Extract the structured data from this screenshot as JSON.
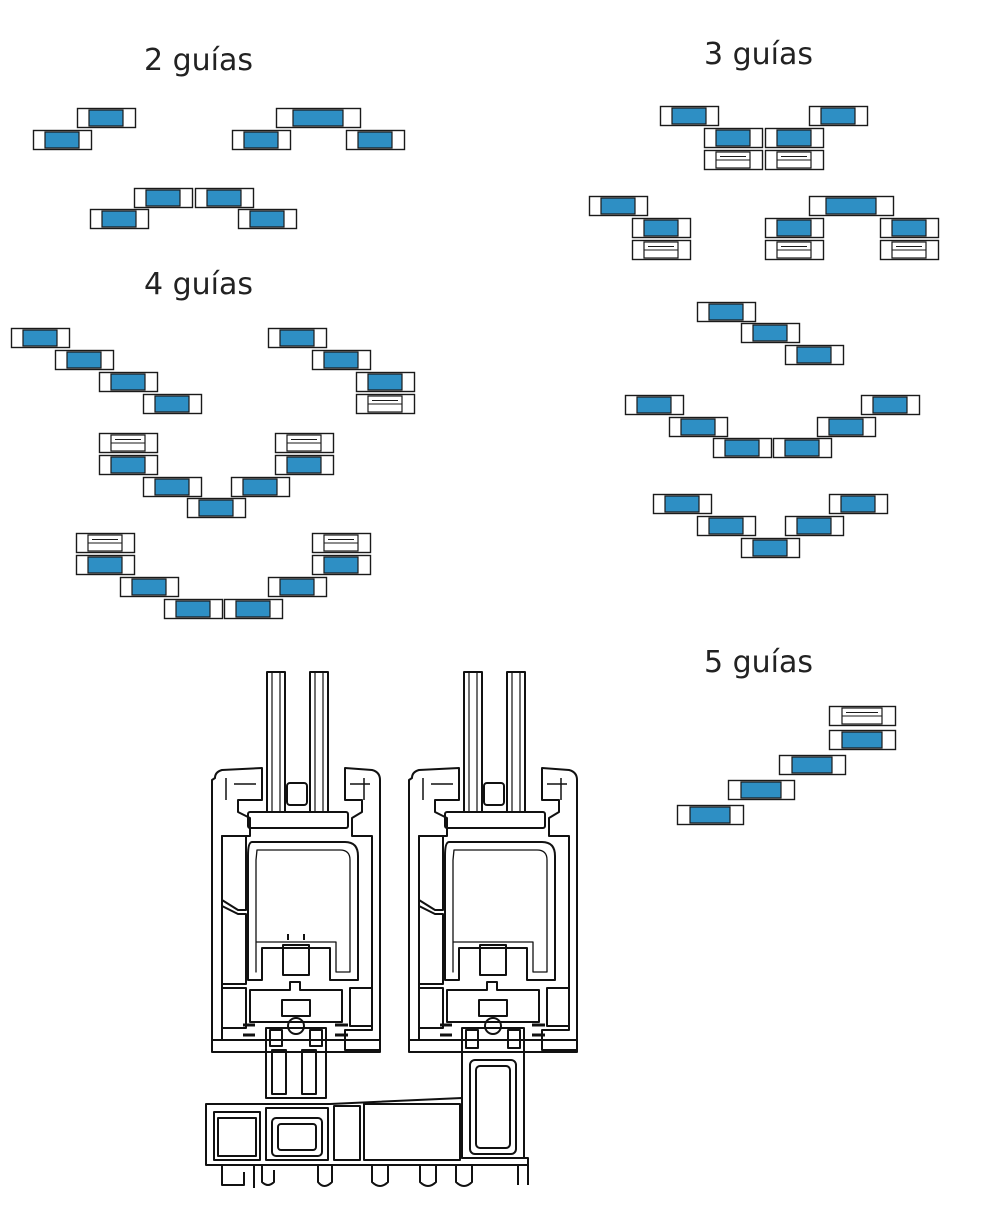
{
  "headings": {
    "two_tracks": "2 guías",
    "three_tracks": "3 guías",
    "four_tracks": "4 guías",
    "five_tracks": "5 guías"
  },
  "colors": {
    "sash_fill": "#2E8FC4",
    "outline": "#1A1A1A",
    "profile_stroke": "#111111",
    "background": "#FFFFFF"
  },
  "icons": {
    "moving_sash": "blue-sash-icon",
    "fixed_panel": "fixed-panel-icon",
    "profile_section": "profile-cross-section-icon"
  }
}
